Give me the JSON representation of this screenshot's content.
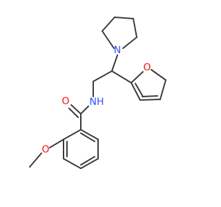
{
  "structure": {
    "atom_labels": {
      "nitrogen_pyrrolidine": "N",
      "oxygen_furan": "O",
      "nitrogen_amide": "NH",
      "oxygen_carbonyl": "O",
      "oxygen_methoxy": "O"
    },
    "colors": {
      "bond": "#3a3a3a",
      "nitrogen": "#3050f8",
      "oxygen": "#ff0d0d",
      "background": "#ffffff"
    }
  }
}
